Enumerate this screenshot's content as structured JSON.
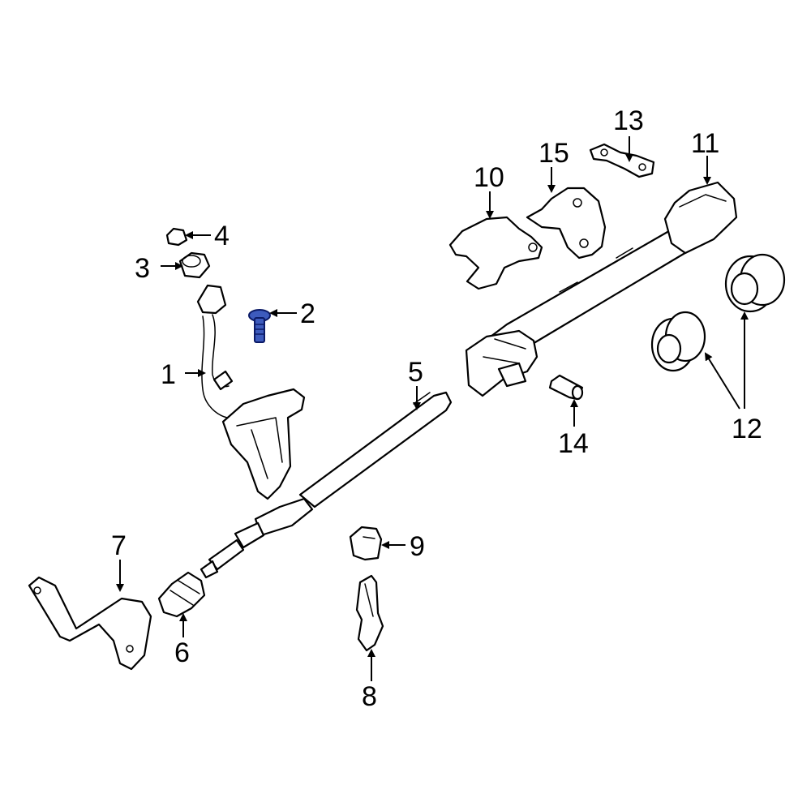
{
  "diagram": {
    "highlight_color": "#3d5bbd",
    "callouts": [
      "1",
      "2",
      "3",
      "4",
      "5",
      "6",
      "7",
      "8",
      "9",
      "10",
      "11",
      "12",
      "13",
      "14",
      "15"
    ]
  }
}
